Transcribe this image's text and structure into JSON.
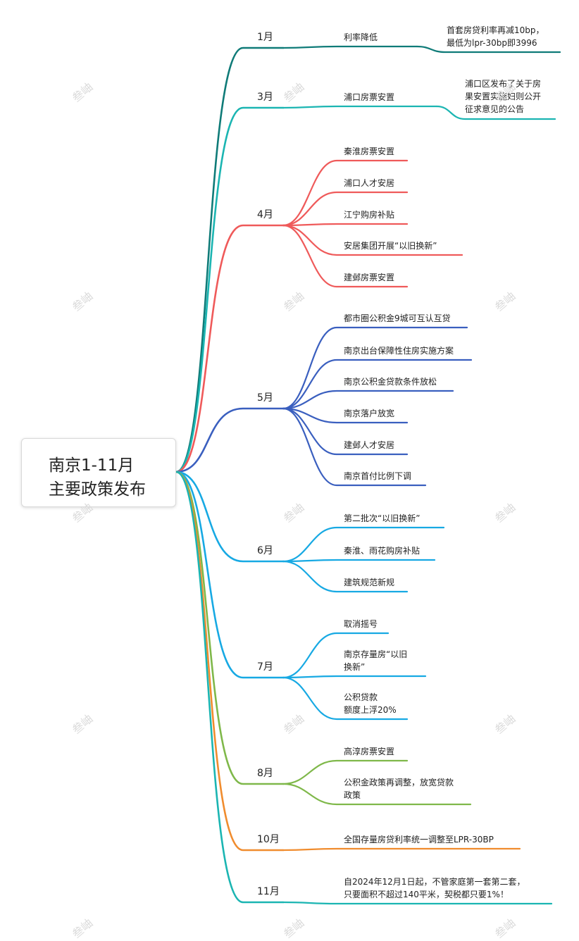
{
  "root": {
    "line1": "南京1-11月",
    "line2": "主要政策发布"
  },
  "watermark": "叁岫",
  "months": [
    {
      "label": "1月",
      "color": "#0f7b78",
      "items": [
        {
          "text": "利率降低"
        }
      ],
      "detail": [
        "首套房贷利率再减10bp，",
        "最低为lpr-30bp即3996"
      ]
    },
    {
      "label": "3月",
      "color": "#1bb5b2",
      "items": [
        {
          "text": "浦口房票安置"
        }
      ],
      "detail": [
        "浦口区发布了关于房",
        "果安置实施妇则公开",
        "征求意见的公告"
      ]
    },
    {
      "label": "4月",
      "color": "#ef5a5a",
      "items": [
        {
          "text": "秦淮房票安置"
        },
        {
          "text": "浦口人才安居"
        },
        {
          "text": "江宁购房补贴"
        },
        {
          "text": "安居集团开展“以旧换新”"
        },
        {
          "text": "建邺房票安置"
        }
      ]
    },
    {
      "label": "5月",
      "color": "#3a5fbf",
      "items": [
        {
          "text": "都市圈公积金9城可互认互贷"
        },
        {
          "text": "南京出台保障性住房实施方案"
        },
        {
          "text": "南京公积金贷款条件放松"
        },
        {
          "text": "南京落户放宽"
        },
        {
          "text": "建邺人才安居"
        },
        {
          "text": "南京首付比例下调"
        }
      ]
    },
    {
      "label": "6月",
      "color": "#17a9e3",
      "items": [
        {
          "text": "第二批次“以旧换新”"
        },
        {
          "text": "秦淮、雨花购房补贴"
        },
        {
          "text": "建筑规范新规"
        }
      ]
    },
    {
      "label": "7月",
      "color": "#17a9e3",
      "items": [
        {
          "text": "取消摇号"
        },
        {
          "text": "南京存量房“以旧\n换新”"
        },
        {
          "text": "公积贷款\n额度上浮20%"
        }
      ]
    },
    {
      "label": "8月",
      "color": "#7fb84a",
      "items": [
        {
          "text": "高淳房票安置"
        },
        {
          "text": "公积金政策再调整，放宽贷款\n政策"
        }
      ]
    },
    {
      "label": "10月",
      "color": "#f08c2e",
      "items": [
        {
          "text": "全国存量房贷利率统一调整至LPR-30BP"
        }
      ]
    },
    {
      "label": "11月",
      "color": "#1bb5b2",
      "items": [
        {
          "text": "自2024年12月1日起，不管家庭第一套第二套，\n只要面积不超过140平米，契税都只要1%！"
        }
      ]
    }
  ]
}
